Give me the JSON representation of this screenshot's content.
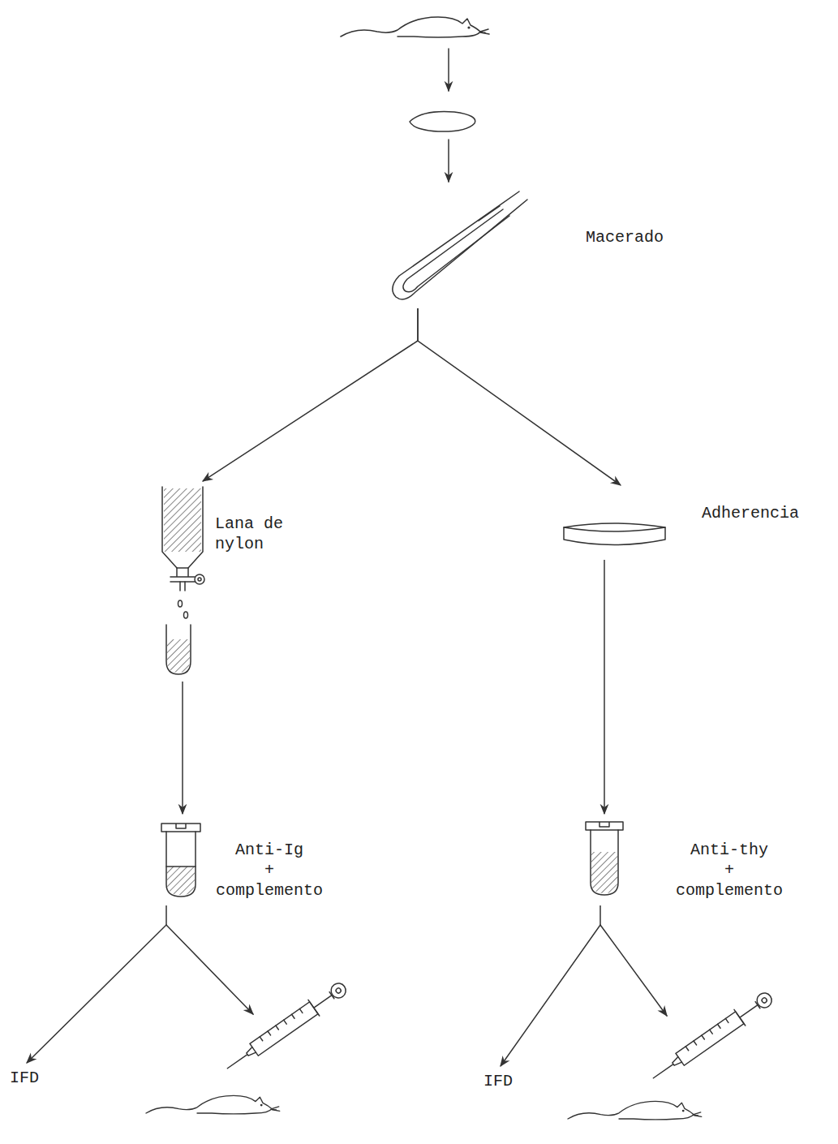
{
  "diagram": {
    "nodes": [
      {
        "text": [
          "Macerado"
        ]
      },
      {
        "text": [
          "Lana de nylon"
        ]
      },
      {
        "text": [
          "Adherencia"
        ]
      },
      {
        "text": [
          "Anti-Ig + complemento"
        ]
      },
      {
        "text": [
          "Anti-thy + complemento"
        ]
      },
      {
        "text": [
          "IFD"
        ]
      },
      {
        "text": [
          "IFD"
        ]
      }
    ],
    "edges": [
      {
        "from": 0,
        "to": 1,
        "arrow": "to"
      },
      {
        "from": 0,
        "to": 2,
        "arrow": "to"
      },
      {
        "from": 1,
        "to": 3,
        "arrow": "to"
      },
      {
        "from": 2,
        "to": 4,
        "arrow": "to"
      },
      {
        "from": 3,
        "to": 5,
        "arrow": "to"
      },
      {
        "from": 4,
        "to": 6,
        "arrow": "to"
      }
    ]
  }
}
